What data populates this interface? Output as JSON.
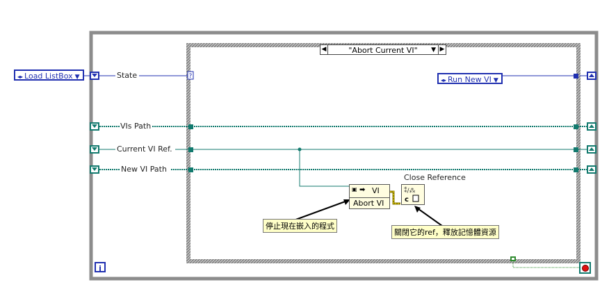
{
  "load_listbox": {
    "label": "Load ListBox"
  },
  "state_wire": {
    "label": "State"
  },
  "vis_path": {
    "label": "VIs Path"
  },
  "current_vi_ref": {
    "label": "Current VI Ref."
  },
  "new_vi_path": {
    "label": "New VI Path"
  },
  "case_structure": {
    "selector_label": "\"Abort Current VI\""
  },
  "run_new_vi": {
    "label": "Run New VI"
  },
  "abort_vi_node": {
    "icon_text": "VI",
    "label": "Abort VI"
  },
  "close_reference_node": {
    "label": "Close Reference"
  },
  "comments": {
    "abort": "停止現在嵌入的程式",
    "close": "關閉它的ref，釋放記憶體資源"
  },
  "loop": {
    "iteration_label": "i"
  },
  "colors": {
    "enum_blue": "#1f2fb0",
    "path_teal": "#127a6e",
    "frame_gray": "#8c8c8c"
  }
}
